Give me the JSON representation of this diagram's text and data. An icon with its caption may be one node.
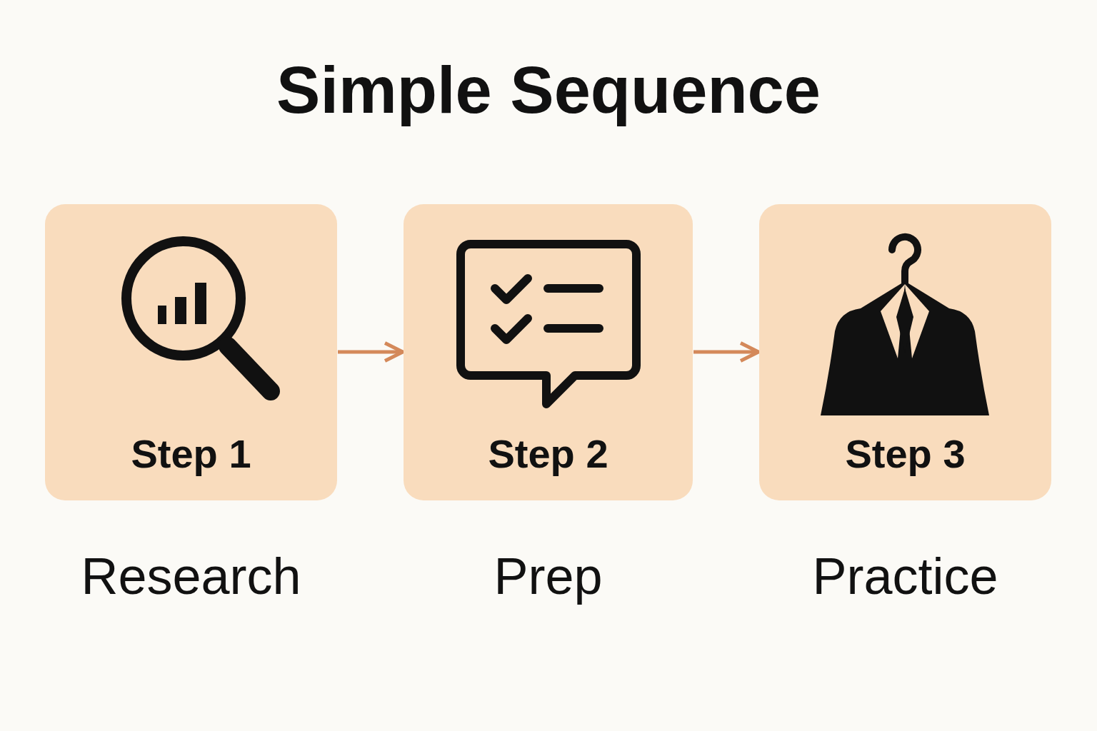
{
  "diagram": {
    "title": "Simple Sequence",
    "nodes": [
      {
        "text": [
          "Step 1"
        ],
        "beside": [
          "Research"
        ]
      },
      {
        "text": [
          "Step 2"
        ],
        "beside": [
          "Prep"
        ]
      },
      {
        "text": [
          "Step 3"
        ],
        "beside": [
          "Practice"
        ]
      }
    ],
    "edges": [
      {
        "from": 0,
        "to": 1,
        "arrow": "to",
        "color": "#d4895a"
      },
      {
        "from": 1,
        "to": 2,
        "arrow": "to",
        "color": "#d4895a"
      }
    ]
  }
}
